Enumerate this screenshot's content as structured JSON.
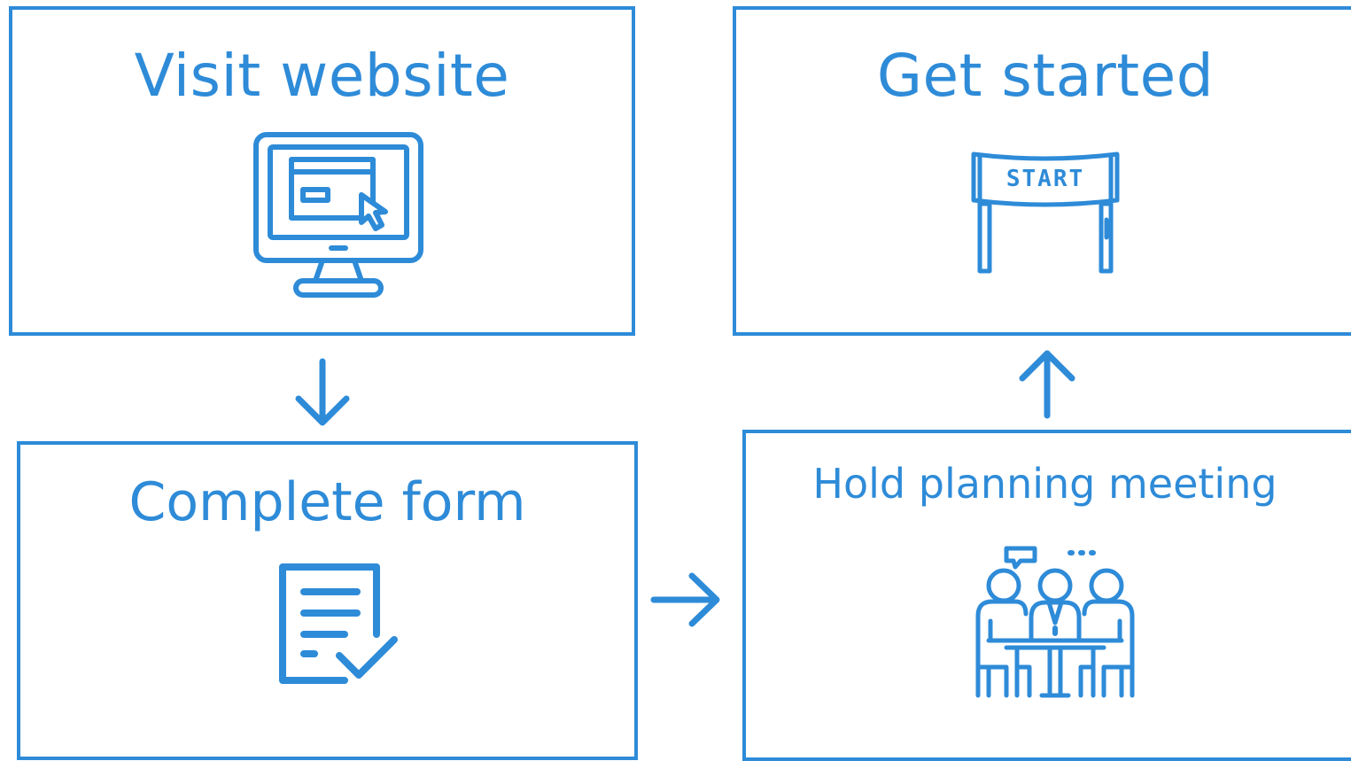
{
  "steps": {
    "visit_website": {
      "title": "Visit website",
      "icon": "computer-monitor-cursor-icon"
    },
    "complete_form": {
      "title": "Complete form",
      "icon": "document-checkmark-icon"
    },
    "hold_planning_meeting": {
      "title": "Hold planning meeting",
      "icon": "people-meeting-table-icon"
    },
    "get_started": {
      "title": "Get started",
      "icon": "start-banner-icon",
      "banner_text": "START"
    }
  },
  "connectors": [
    {
      "from": "Visit website",
      "to": "Complete form",
      "direction": "down"
    },
    {
      "from": "Complete form",
      "to": "Hold planning meeting",
      "direction": "right"
    },
    {
      "from": "Hold planning meeting",
      "to": "Get started",
      "direction": "up"
    }
  ],
  "colors": {
    "accent": "#2e8bd8",
    "background": "#ffffff"
  }
}
